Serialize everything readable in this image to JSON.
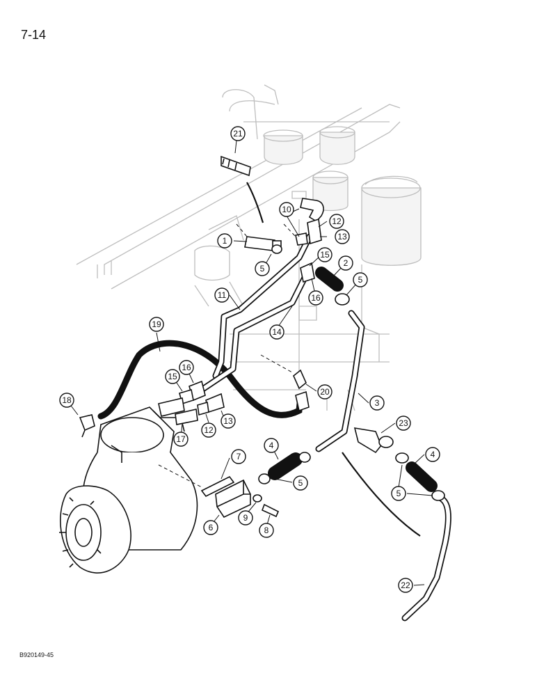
{
  "page": {
    "number": "7-14",
    "figure_code": "B920149-45"
  },
  "callouts": [
    {
      "label": "21"
    },
    {
      "label": "10"
    },
    {
      "label": "12"
    },
    {
      "label": "13"
    },
    {
      "label": "1"
    },
    {
      "label": "5"
    },
    {
      "label": "15"
    },
    {
      "label": "2"
    },
    {
      "label": "5"
    },
    {
      "label": "16"
    },
    {
      "label": "11"
    },
    {
      "label": "14"
    },
    {
      "label": "19"
    },
    {
      "label": "16"
    },
    {
      "label": "15"
    },
    {
      "label": "20"
    },
    {
      "label": "18"
    },
    {
      "label": "3"
    },
    {
      "label": "23"
    },
    {
      "label": "17"
    },
    {
      "label": "12"
    },
    {
      "label": "13"
    },
    {
      "label": "7"
    },
    {
      "label": "4"
    },
    {
      "label": "4"
    },
    {
      "label": "5"
    },
    {
      "label": "5"
    },
    {
      "label": "6"
    },
    {
      "label": "9"
    },
    {
      "label": "8"
    },
    {
      "label": "22"
    }
  ]
}
